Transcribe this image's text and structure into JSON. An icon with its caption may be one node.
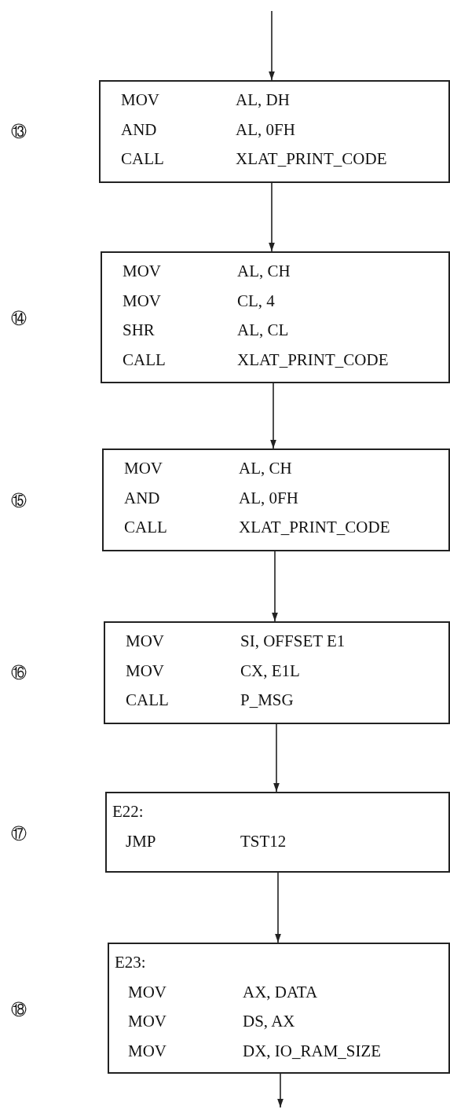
{
  "diagram": {
    "nodes": [
      {
        "text": [
          "MOV",
          "AL, DH",
          "AND",
          "AL, 0FH",
          "CALL",
          "XLAT_PRINT_CODE"
        ]
      },
      {
        "text": [
          "MOV",
          "AL, CH",
          "MOV",
          "CL, 4",
          "SHR",
          "AL, CL",
          "CALL",
          "XLAT_PRINT_CODE"
        ]
      },
      {
        "text": [
          "MOV",
          "AL, CH",
          "AND",
          "AL, 0FH",
          "CALL",
          "XLAT_PRINT_CODE"
        ]
      },
      {
        "text": [
          "MOV",
          "SI, OFFSET E1",
          "MOV",
          "CX, E1L",
          "CALL",
          "P_MSG"
        ]
      },
      {
        "text": [
          "E22:",
          "JMP",
          "TST12"
        ]
      },
      {
        "text": [
          "E23:",
          "MOV",
          "AX, DATA",
          "MOV",
          "DS, AX",
          "MOV",
          "DX, IO_RAM_SIZE"
        ]
      }
    ],
    "labels": [
      "⑬",
      "⑭",
      "⑮",
      "⑯",
      "⑰",
      "⑱"
    ],
    "edges": [
      {
        "from": null,
        "to": 0,
        "arrow": "to"
      },
      {
        "from": 0,
        "to": 1,
        "arrow": "to"
      },
      {
        "from": 1,
        "to": 2,
        "arrow": "to"
      },
      {
        "from": 2,
        "to": 3,
        "arrow": "to"
      },
      {
        "from": 3,
        "to": 4,
        "arrow": "to"
      },
      {
        "from": 4,
        "to": 5,
        "arrow": "to"
      },
      {
        "from": 5,
        "to": null,
        "arrow": "to"
      }
    ]
  }
}
